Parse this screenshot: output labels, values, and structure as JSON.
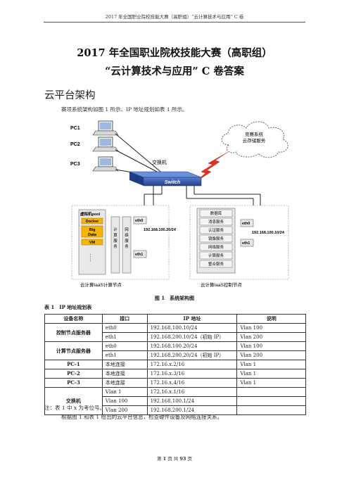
{
  "header": {
    "running_title": "2017 年全国职业院校技能大赛（高职组）“云计算技术与应用” C 卷"
  },
  "title": {
    "line1": "2017 年全国职业院校技能大赛（高职组）",
    "line2": "“云计算技术与应用” C 卷答案"
  },
  "section": {
    "heading": "云平台架构",
    "intro": "赛项系统架构如图 1 所示、IP 地址规划如表 1 所示。"
  },
  "diagram": {
    "pcs": [
      "PC1",
      "PC2",
      "PC3"
    ],
    "cloud_line1": "竞赛系统",
    "cloud_line2": "云存储服务",
    "switch_caption": "交换机",
    "switch_label": "Switch",
    "compute": {
      "pool_label": "虚拟机pool",
      "items": [
        "Docker",
        "Big",
        "Data",
        "VM"
      ],
      "dots": "……",
      "col1": [
        "计",
        "算",
        "服",
        "务"
      ],
      "col2": [
        "网",
        "络",
        "服",
        "务"
      ],
      "eth0": "eth0",
      "eth1": "eth1",
      "ip": "192.168.100.20/24",
      "caption": "云计算IaaS计算节点"
    },
    "control": {
      "services": [
        "数据库",
        "消息服务",
        "认证服务",
        "镜像服务",
        "网络服务",
        "计算服务",
        "整合服务"
      ],
      "eth0": "eth0",
      "eth1": "eth1",
      "ip": "192.168.100.10/24",
      "caption": "云计算IaaS控制节点"
    },
    "colors": {
      "switch": "#2f53a6",
      "cloud_border": "#555555",
      "lightning": "#e0301e",
      "box_fill": "#e6e6e6",
      "docker": "#f4b400"
    }
  },
  "figure_caption": "图 1　系统架构图",
  "table_caption": "表 1　IP 地址规划表",
  "table": {
    "headers": [
      "设备名称",
      "接口",
      "IP 地址",
      "说明"
    ],
    "control_name": "控制节点服务器",
    "control_rows": [
      [
        "eth0",
        "192.168.100.10/24",
        "Vlan 100"
      ],
      [
        "eth1",
        "192.168.200.10/24（初始 IP）",
        "Vlan 200"
      ]
    ],
    "compute_name": "计算节点服务器",
    "compute_rows": [
      [
        "eth0",
        "192.168.100.20/24",
        "Vlan 100"
      ],
      [
        "eth1",
        "192.168.200.20/24（初始 IP）",
        "Vlan 200"
      ]
    ],
    "pc_rows": [
      [
        "PC-1",
        "本地连接",
        "172.16.x.2/16",
        "Vlan 1"
      ],
      [
        "PC-2",
        "本地连接",
        "172.16.x.3/16",
        "Vlan 1"
      ],
      [
        "PC-3",
        "本地连接",
        "172.16.x.4/16",
        "Vlan 1"
      ]
    ],
    "switch_name": "交换机",
    "switch_rows": [
      [
        "Vlan 1",
        "172.16.x.1/16",
        ""
      ],
      [
        "Vlan 100",
        "192.168.100.1/24",
        ""
      ],
      [
        "Vlan 200",
        "192.168.200.1/24",
        ""
      ]
    ]
  },
  "notes": {
    "note1": "注：表 1 中 x 为考位号。",
    "note2": "根据图 1 和表 1 给出的云平台信息，检查硬件设备及网络连接关系。"
  },
  "footer": {
    "prefix": "第",
    "page": "1",
    "mid": "页 共",
    "total": "93",
    "suffix": "页"
  }
}
